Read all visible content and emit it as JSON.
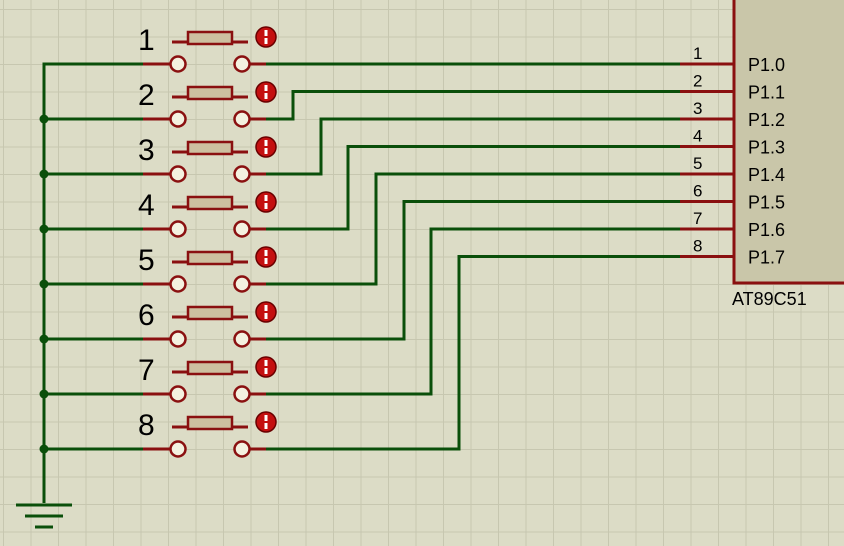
{
  "switches": [
    {
      "label": "1"
    },
    {
      "label": "2"
    },
    {
      "label": "3"
    },
    {
      "label": "4"
    },
    {
      "label": "5"
    },
    {
      "label": "6"
    },
    {
      "label": "7"
    },
    {
      "label": "8"
    }
  ],
  "chip": {
    "name": "AT89C51",
    "pins": [
      {
        "number": "1",
        "name": "P1.0"
      },
      {
        "number": "2",
        "name": "P1.1"
      },
      {
        "number": "3",
        "name": "P1.2"
      },
      {
        "number": "4",
        "name": "P1.3"
      },
      {
        "number": "5",
        "name": "P1.4"
      },
      {
        "number": "6",
        "name": "P1.5"
      },
      {
        "number": "7",
        "name": "P1.6"
      },
      {
        "number": "8",
        "name": "P1.7"
      }
    ]
  },
  "colors": {
    "background": "#dcdcc6",
    "grid": "#c7c7b0",
    "wire": "#0a4f0a",
    "component": "#8a1010",
    "probe": "#c41010"
  },
  "icons": {
    "probe": "logic-probe-icon",
    "ground": "ground-icon"
  }
}
